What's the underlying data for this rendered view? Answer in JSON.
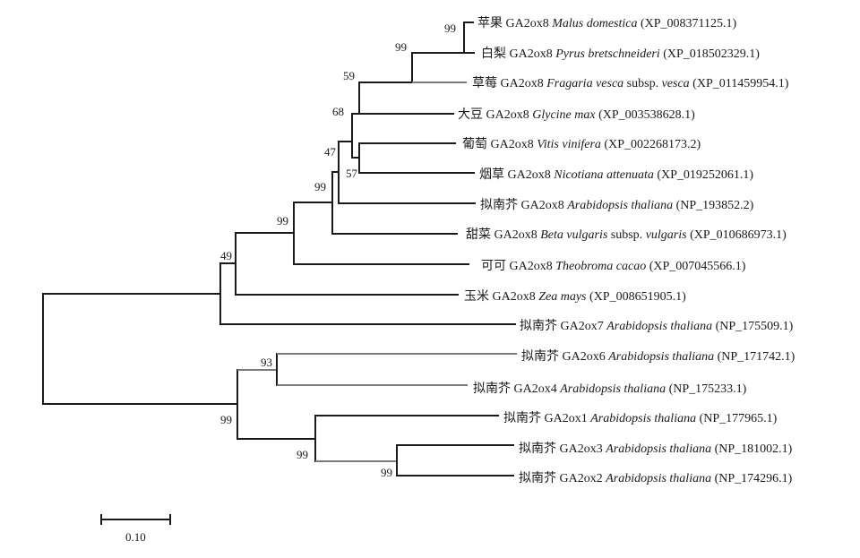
{
  "figure": {
    "type": "phylogenetic-tree",
    "scale_bar_label": "0.10",
    "scale_bar_value": 0.1,
    "leaves": [
      {
        "cn": "苹果",
        "gene": "GA2ox8",
        "sp": "Malus domestica",
        "sp2": "",
        "sp3": "",
        "acc": "(XP_008371125.1)"
      },
      {
        "cn": "白梨",
        "gene": "GA2ox8",
        "sp": "Pyrus bretschneideri",
        "sp2": "",
        "sp3": "",
        "acc": "(XP_018502329.1)"
      },
      {
        "cn": "草莓",
        "gene": "GA2ox8",
        "sp": "Fragaria vesca",
        "sp2": " subsp. ",
        "sp3": "vesca",
        "acc": "(XP_011459954.1)"
      },
      {
        "cn": "大豆",
        "gene": "GA2ox8",
        "sp": "Glycine max",
        "sp2": "",
        "sp3": "",
        "acc": "(XP_003538628.1)"
      },
      {
        "cn": "葡萄",
        "gene": "GA2ox8",
        "sp": "Vitis vinifera",
        "sp2": "",
        "sp3": "",
        "acc": "(XP_002268173.2)"
      },
      {
        "cn": "烟草",
        "gene": "GA2ox8",
        "sp": "Nicotiana attenuata",
        "sp2": "",
        "sp3": "",
        "acc": "(XP_019252061.1)"
      },
      {
        "cn": "拟南芥",
        "gene": "GA2ox8",
        "sp": "Arabidopsis thaliana",
        "sp2": "",
        "sp3": "",
        "acc": "(NP_193852.2)"
      },
      {
        "cn": "甜菜",
        "gene": "GA2ox8",
        "sp": "Beta vulgaris",
        "sp2": " subsp. ",
        "sp3": "vulgaris",
        "acc": "(XP_010686973.1)"
      },
      {
        "cn": "可可",
        "gene": "GA2ox8",
        "sp": "Theobroma cacao",
        "sp2": "",
        "sp3": "",
        "acc": "(XP_007045566.1)"
      },
      {
        "cn": "玉米",
        "gene": "GA2ox8",
        "sp": "Zea mays",
        "sp2": "",
        "sp3": "",
        "acc": "(XP_008651905.1)"
      },
      {
        "cn": "拟南芥",
        "gene": "GA2ox7",
        "sp": "Arabidopsis thaliana",
        "sp2": "",
        "sp3": "",
        "acc": "(NP_175509.1)"
      },
      {
        "cn": "拟南芥",
        "gene": "GA2ox6",
        "sp": "Arabidopsis thaliana",
        "sp2": "",
        "sp3": "",
        "acc": "(NP_171742.1)"
      },
      {
        "cn": "拟南芥",
        "gene": "GA2ox4",
        "sp": "Arabidopsis thaliana",
        "sp2": "",
        "sp3": "",
        "acc": "(NP_175233.1)"
      },
      {
        "cn": "拟南芥",
        "gene": "GA2ox1",
        "sp": "Arabidopsis thaliana",
        "sp2": "",
        "sp3": "",
        "acc": "(NP_177965.1)"
      },
      {
        "cn": "拟南芥",
        "gene": "GA2ox3",
        "sp": "Arabidopsis thaliana",
        "sp2": "",
        "sp3": "",
        "acc": "(NP_181002.1)"
      },
      {
        "cn": "拟南芥",
        "gene": "GA2ox2",
        "sp": "Arabidopsis thaliana",
        "sp2": "",
        "sp3": "",
        "acc": "(NP_174296.1)"
      }
    ],
    "bootstrap": [
      "99",
      "99",
      "59",
      "68",
      "47",
      "57",
      "99",
      "99",
      "49",
      "93",
      "99",
      "99",
      "99"
    ]
  }
}
